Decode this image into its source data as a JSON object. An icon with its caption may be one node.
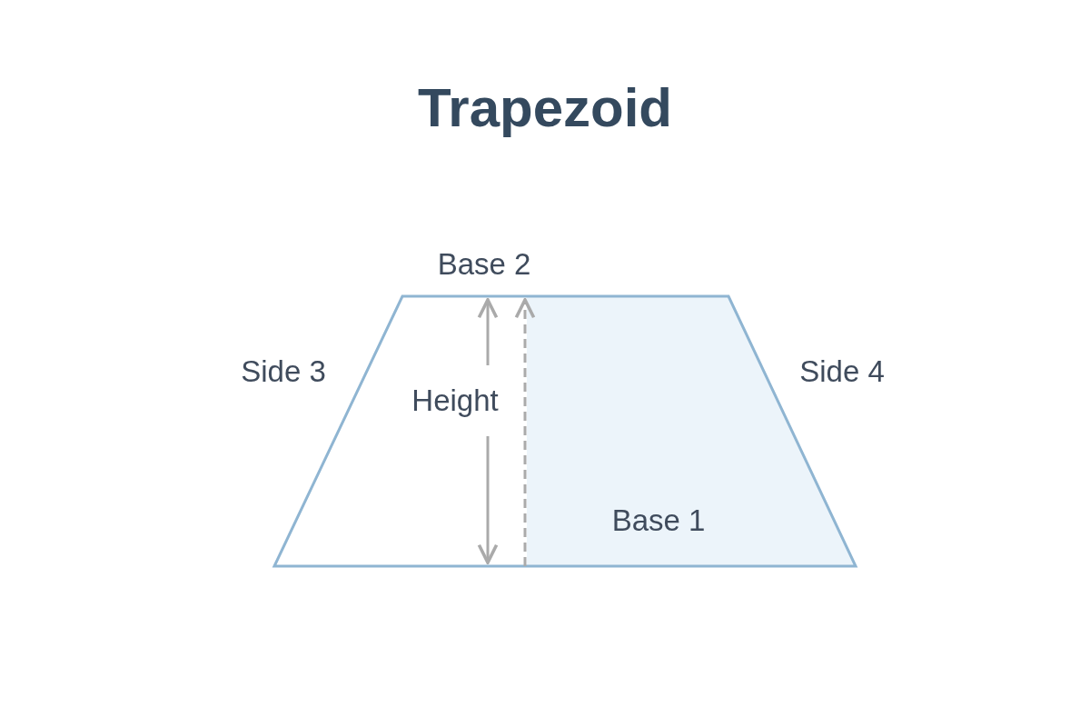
{
  "diagram": {
    "title": "Trapezoid",
    "labels": [
      "Base 2",
      "Side 3",
      "Height",
      "Side 4",
      "Base 1"
    ]
  }
}
